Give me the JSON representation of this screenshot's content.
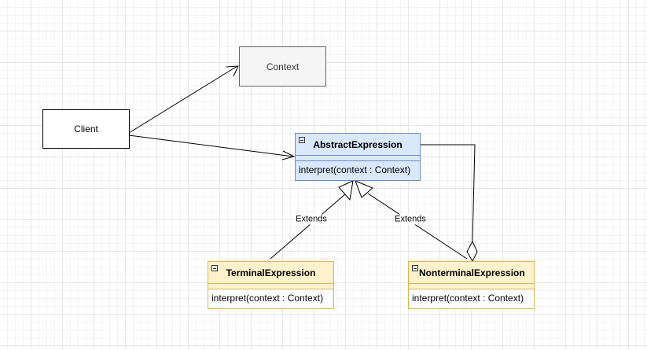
{
  "nodes": {
    "client": {
      "label": "Client"
    },
    "context": {
      "label": "Context"
    },
    "abstract_expression": {
      "name": "AbstractExpression",
      "operation": "interpret(context : Context)",
      "fill": "#dae8fc",
      "stroke": "#6c8ebf"
    },
    "terminal_expression": {
      "name": "TerminalExpression",
      "operation": "interpret(context : Context)",
      "fill": "#fff2cc",
      "stroke": "#d6b656"
    },
    "nonterminal_expression": {
      "name": "NonterminalExpression",
      "operation": "interpret(context : Context)",
      "fill": "#fff2cc",
      "stroke": "#d6b656"
    }
  },
  "edges": {
    "terminal_extends": {
      "label": "Extends"
    },
    "nonterminal_extends": {
      "label": "Extends"
    }
  },
  "icons": {
    "class_collapse": "collapse-minus-icon"
  }
}
